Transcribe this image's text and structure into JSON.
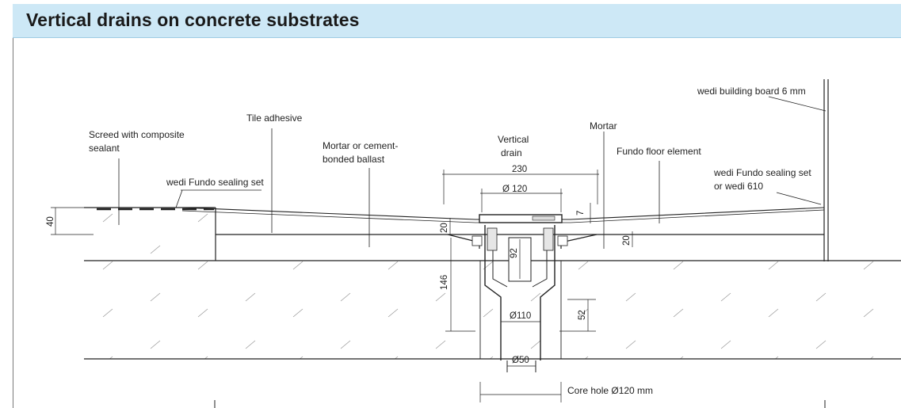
{
  "title": "Vertical drains on concrete substrates",
  "labels": {
    "screed_line1": "Screed with composite",
    "screed_line2": "sealant",
    "tile_adhesive": "Tile adhesive",
    "mortar_ballast_line1": "Mortar or cement-",
    "mortar_ballast_line2": "bonded ballast",
    "vertical_drain_line1": "Vertical",
    "vertical_drain_line2": "drain",
    "mortar": "Mortar",
    "building_board": "wedi building board 6 mm",
    "fundo_floor_element": "Fundo floor element",
    "fundo_sealing_set_left": "wedi Fundo sealing set",
    "fundo_sealing_right_line1": "wedi Fundo sealing set",
    "fundo_sealing_right_line2": "or wedi 610",
    "core_hole": "Core hole Ø120 mm"
  },
  "dimensions": {
    "d40": "40",
    "d230": "230",
    "d120": "Ø 120",
    "d7": "7",
    "d20_left": "20",
    "d20_right": "20",
    "d92": "92",
    "d146": "146",
    "d52": "52",
    "d110": "Ø110",
    "d50": "Ø50"
  }
}
